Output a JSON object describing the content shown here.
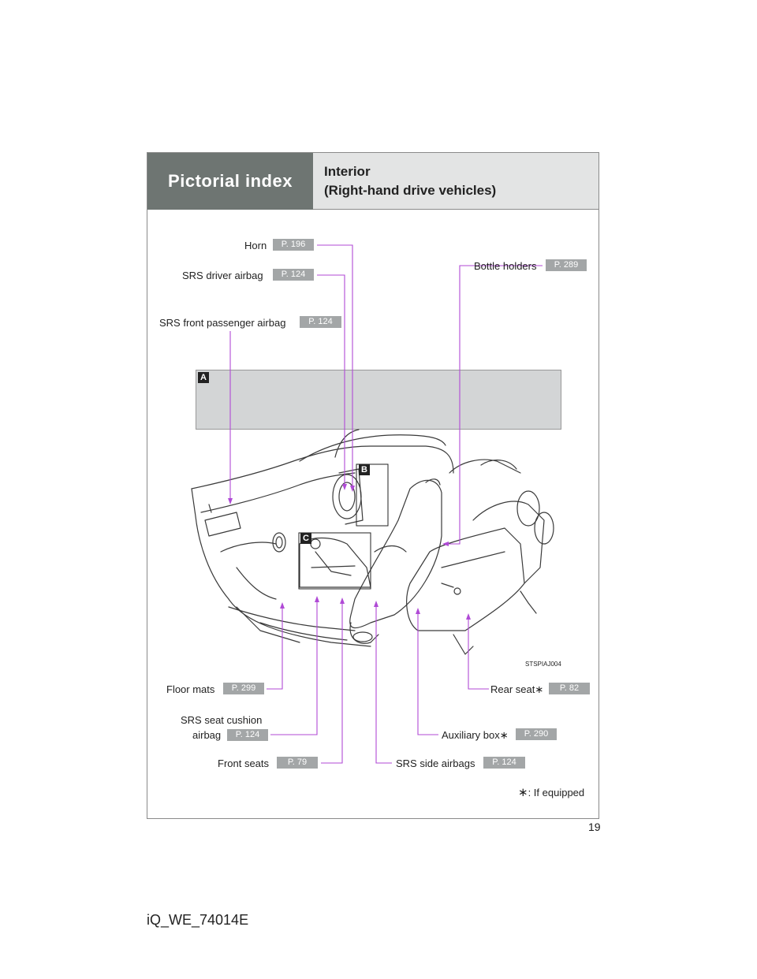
{
  "header": {
    "section": "Pictorial index",
    "title_line1": "Interior",
    "title_line2": "(Right-hand drive vehicles)"
  },
  "callouts": {
    "horn": {
      "label": "Horn",
      "page": "P. 196"
    },
    "driver_airbag": {
      "label": "SRS driver airbag",
      "page": "P. 124"
    },
    "passenger_airbag": {
      "label": "SRS front passenger airbag",
      "page": "P. 124"
    },
    "bottle_holders": {
      "label": "Bottle holders",
      "page": "P. 289"
    },
    "floor_mats": {
      "label": "Floor mats",
      "page": "P. 299"
    },
    "seat_cushion_airbag": {
      "label_line1": "SRS seat cushion",
      "label_line2": "airbag",
      "page": "P. 124"
    },
    "front_seats": {
      "label": "Front seats",
      "page": "P. 79"
    },
    "side_airbags": {
      "label": "SRS side airbags",
      "page": "P. 124"
    },
    "auxiliary_box": {
      "label": "Auxiliary box",
      "page": "P. 290"
    },
    "rear_seat": {
      "label": "Rear seat",
      "page": "P. 82"
    }
  },
  "asterisk": "∗",
  "footnote": ": If equipped",
  "region_tags": {
    "a": "A",
    "b": "B",
    "c": "C"
  },
  "image_code": "STSPIAJ004",
  "page_number": "19",
  "doc_code": "iQ_WE_74014E",
  "colors": {
    "callout_line": "#b04ad6",
    "badge": "#a3a6a7",
    "header_dark": "#6e7572",
    "header_light": "#e3e4e4"
  }
}
